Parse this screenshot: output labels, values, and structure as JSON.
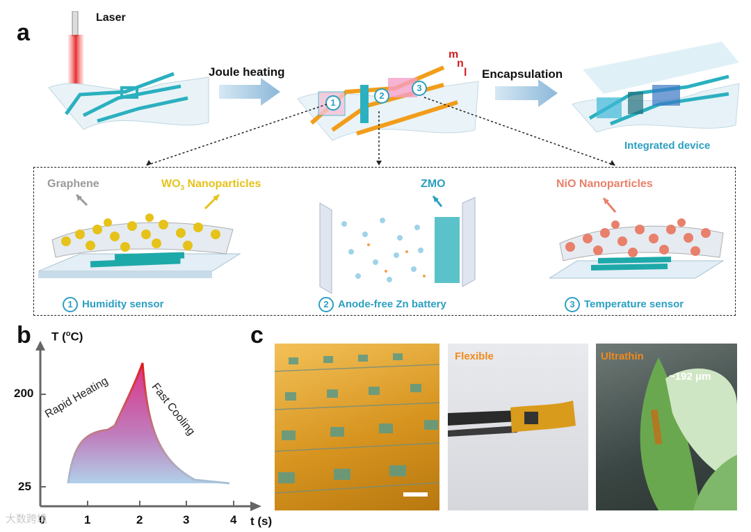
{
  "panel_a": {
    "letter": "a",
    "laser_label": "Laser",
    "joule_label": "Joule heating",
    "encapsulation_label": "Encapsulation",
    "integrated_label": "Integrated device",
    "electrode_labels": [
      "m",
      "n",
      "l"
    ],
    "markers": [
      "1",
      "2",
      "3"
    ],
    "graphene_label": "Graphene",
    "wo3_label_main": "WO",
    "wo3_sub": "3",
    "wo3_label_rest": " Nanoparticles",
    "zmo_label": "ZMO",
    "nio_label": "NiO Nanoparticles",
    "captions": [
      {
        "num": "1",
        "text": "Humidity sensor"
      },
      {
        "num": "2",
        "text": "Anode-free Zn battery"
      },
      {
        "num": "3",
        "text": "Temperature sensor"
      }
    ]
  },
  "panel_b": {
    "letter": "b",
    "ylabel_main": "T (",
    "ylabel_sup": "o",
    "ylabel_end": "C)",
    "xlabel": "t (s)",
    "y_ticks": [
      "200",
      "25"
    ],
    "x_ticks": [
      "0",
      "1",
      "2",
      "3",
      "4"
    ],
    "annot_heating": "Rapid Heating",
    "annot_cooling": "Fast Cooling"
  },
  "panel_c": {
    "letter": "c",
    "flexible_label": "Flexible",
    "ultrathin_label": "Ultrathin",
    "thickness_label": "~192 μm"
  },
  "watermark": "大数跨境",
  "colors": {
    "teal": "#2b9fc1",
    "orange": "#f08a1c",
    "red": "#d11c1c",
    "wo3_yellow": "#e6c21a",
    "nio_salmon": "#e8806b"
  }
}
